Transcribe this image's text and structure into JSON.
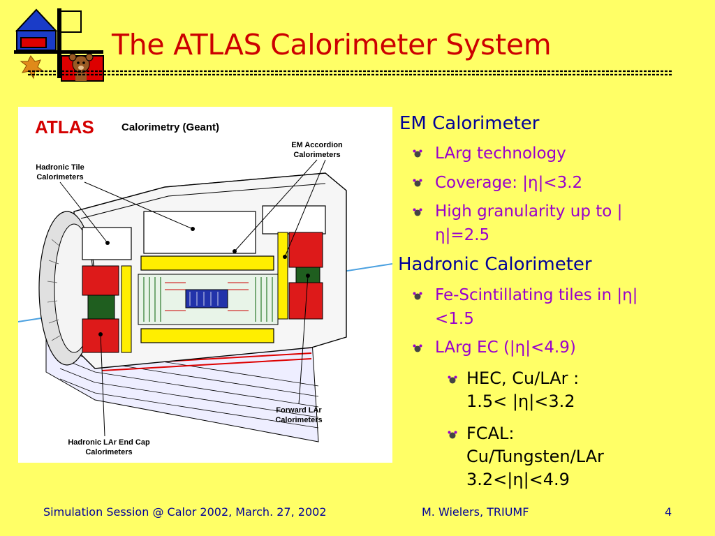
{
  "slide": {
    "title": "The ATLAS Calorimeter System",
    "page_number": "4"
  },
  "figure": {
    "heading_brand": "ATLAS",
    "heading_text": "Calorimetry (Geant)",
    "labels": {
      "hadronic_tile": [
        "Hadronic Tile",
        "Calorimeters"
      ],
      "em_accordion": [
        "EM Accordion",
        "Calorimeters"
      ],
      "forward_lar": [
        "Forward LAr",
        "Calorimeters"
      ],
      "hadronic_lar_endcap": [
        "Hadronic LAr End Cap",
        "Calorimeters"
      ]
    }
  },
  "content": {
    "em": {
      "heading": "EM Calorimeter",
      "items": [
        "LArg technology",
        "Coverage: |η|<3.2",
        "High granularity up to |η|=2.5"
      ]
    },
    "hadronic": {
      "heading": "Hadronic Calorimeter",
      "items": [
        "Fe-Scintillating tiles in |η|<1.5",
        "LArg EC (|η|<4.9)"
      ],
      "subitems": [
        [
          "HEC, Cu/LAr :",
          "1.5< |η|<3.2"
        ],
        [
          "FCAL:",
          "Cu/Tungsten/LAr",
          "3.2<|η|<4.9"
        ]
      ]
    }
  },
  "footer": {
    "left": "Simulation Session @ Calor 2002,  March. 27, 2002",
    "center": "M. Wielers, TRIUMF"
  },
  "colors": {
    "background": "#FFFF66",
    "title": "#CC0000",
    "level1": "#000099",
    "level2": "#9900CC",
    "level3": "#000000"
  }
}
